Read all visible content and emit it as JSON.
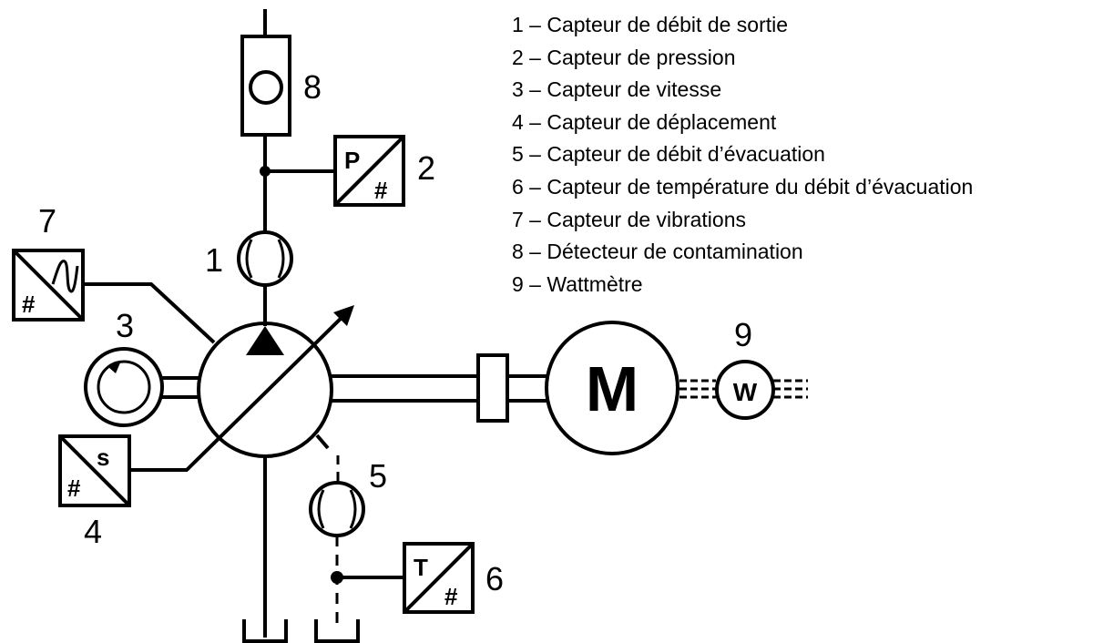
{
  "legend": [
    "1 – Capteur de débit de sortie",
    "2 – Capteur de pression",
    "3 – Capteur de vitesse",
    "4 – Capteur de déplacement",
    "5 – Capteur de débit d’évacuation",
    "6 – Capteur de température du débit d’évacuation",
    "7 – Capteur de vibrations",
    "8 – Détecteur de contamination",
    "9 – Wattmètre"
  ],
  "numbers": {
    "n1": "1",
    "n2": "2",
    "n3": "3",
    "n4": "4",
    "n5": "5",
    "n6": "6",
    "n7": "7",
    "n8": "8",
    "n9": "9"
  },
  "symbols": {
    "pressure": "P",
    "digital": "#",
    "displacement": "s",
    "temperature": "T",
    "motor": "M",
    "wattmeter": "W"
  },
  "icons": {
    "pump": "variable-displacement-pump-icon",
    "motor": "electric-motor-icon",
    "flow_meter": "flow-meter-icon",
    "speed": "rotation-speed-icon",
    "contamination": "contamination-detector-icon",
    "vibration": "sine-wave-icon",
    "reservoir": "tank-icon"
  }
}
